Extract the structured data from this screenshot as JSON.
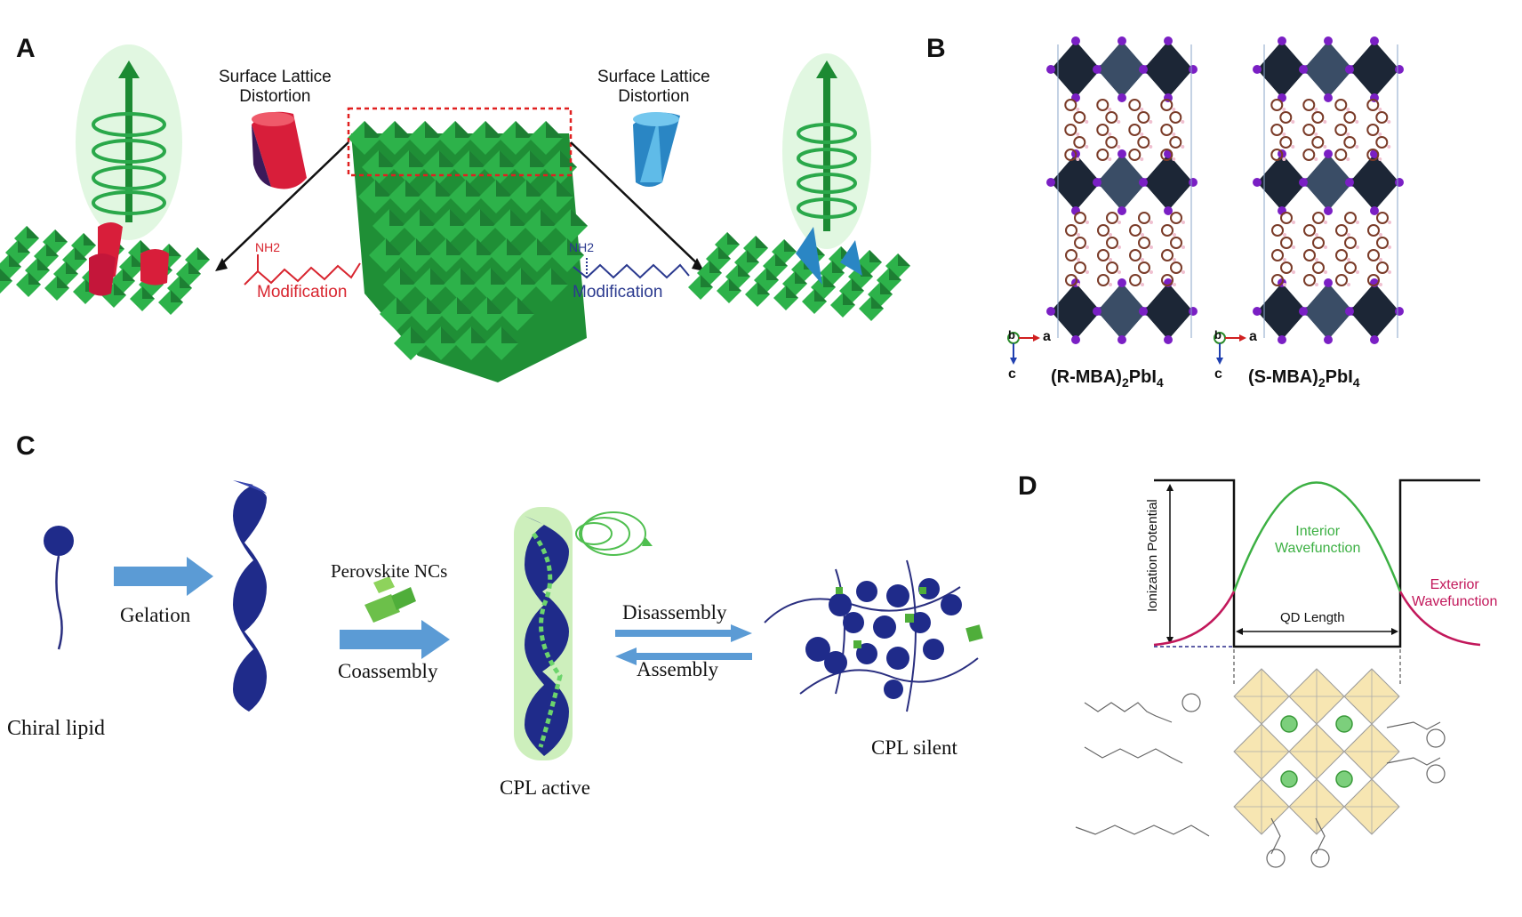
{
  "panels": {
    "a": {
      "label": "A",
      "distortion_left": [
        "Surface Lattice",
        "Distortion"
      ],
      "distortion_right": [
        "Surface Lattice",
        "Distortion"
      ],
      "modification_left": "Modification",
      "modification_right": "Modification",
      "nh2": "NH2",
      "colors": {
        "crystal": "#2db24a",
        "helix": "#1e9a3a",
        "red_cone": "#d81e3a",
        "blue_cone": "#2a86c4",
        "red_text": "#d8252f",
        "blue_text": "#2b3a8f"
      }
    },
    "b": {
      "label": "B",
      "left_formula": {
        "pre": "(R-MBA)",
        "sub1": "2",
        "mid": "PbI",
        "sub2": "4"
      },
      "right_formula": {
        "pre": "(S-MBA)",
        "sub1": "2",
        "mid": "PbI",
        "sub2": "4"
      },
      "axis_b": "b",
      "axis_a": "a",
      "axis_c": "c",
      "colors": {
        "octahedron": "#1c2636",
        "iodine": "#7a1fc4",
        "organic": "#7a3b28"
      }
    },
    "c": {
      "label": "C",
      "chiral_lipid": "Chiral lipid",
      "gelation": "Gelation",
      "perovskite": "Perovskite  NCs",
      "coassembly": "Coassembly",
      "disassembly": "Disassembly",
      "assembly": "Assembly",
      "cpl_active": "CPL active",
      "cpl_silent": "CPL silent",
      "colors": {
        "navy": "#1f2b8a",
        "arrow": "#5b9bd5",
        "green": "#3db43d"
      }
    },
    "d": {
      "label": "D",
      "ionization": "Ionization Potential",
      "interior": [
        "Interior",
        "Wavefunction"
      ],
      "exterior": [
        "Exterior",
        "Wavefunction"
      ],
      "qd_length": "QD Length",
      "colors": {
        "interior": "#3cb043",
        "exterior": "#c2185b",
        "qd": "#f7e6b2"
      }
    }
  }
}
